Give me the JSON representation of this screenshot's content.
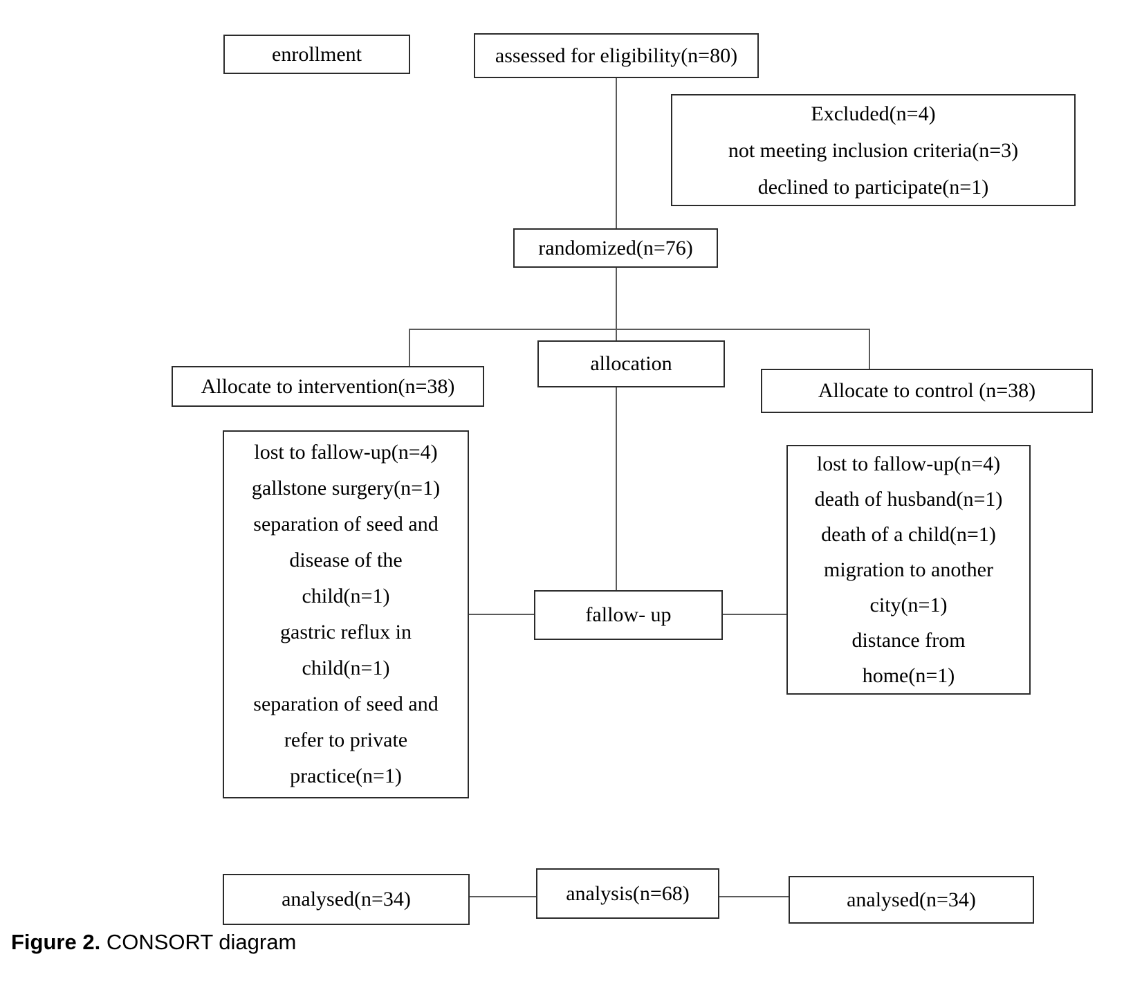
{
  "figure": {
    "caption_label": "Figure 2.",
    "caption_text": " CONSORT diagram"
  },
  "colors": {
    "box_border": "#2b2b2b",
    "connector_line": "#5a5a5a",
    "text": "#000000",
    "page_background": "#ffffff"
  },
  "nodes": [
    {
      "id": "enrollment",
      "lines": [
        "enrollment"
      ]
    },
    {
      "id": "assessed",
      "lines": [
        "assessed for eligibility(n=80)"
      ]
    },
    {
      "id": "excluded",
      "lines": [
        "Excluded(n=4)",
        "not meeting inclusion criteria(n=3)",
        "declined to participate(n=1)"
      ]
    },
    {
      "id": "randomized",
      "lines": [
        "randomized(n=76)"
      ]
    },
    {
      "id": "allocation",
      "lines": [
        "allocation"
      ]
    },
    {
      "id": "allocate-intervention",
      "lines": [
        "Allocate to intervention(n=38)"
      ]
    },
    {
      "id": "allocate-control",
      "lines": [
        "Allocate to control (n=38)"
      ]
    },
    {
      "id": "intervention-lost",
      "lines": [
        "lost to fallow-up(n=4)",
        "gallstone surgery(n=1)",
        "separation of seed and",
        "disease of the",
        "child(n=1)",
        "gastric reflux in",
        "child(n=1)",
        "separation of seed and",
        "refer to private",
        "practice(n=1)"
      ]
    },
    {
      "id": "follow-up",
      "lines": [
        "fallow- up"
      ]
    },
    {
      "id": "control-lost",
      "lines": [
        "lost to fallow-up(n=4)",
        "death of husband(n=1)",
        "death of a child(n=1)",
        "migration to another",
        "city(n=1)",
        "distance from",
        "home(n=1)"
      ]
    },
    {
      "id": "analysed-intervention",
      "lines": [
        "analysed(n=34)"
      ]
    },
    {
      "id": "analysis",
      "lines": [
        "analysis(n=68)"
      ]
    },
    {
      "id": "analysed-control",
      "lines": [
        "analysed(n=34)"
      ]
    }
  ]
}
